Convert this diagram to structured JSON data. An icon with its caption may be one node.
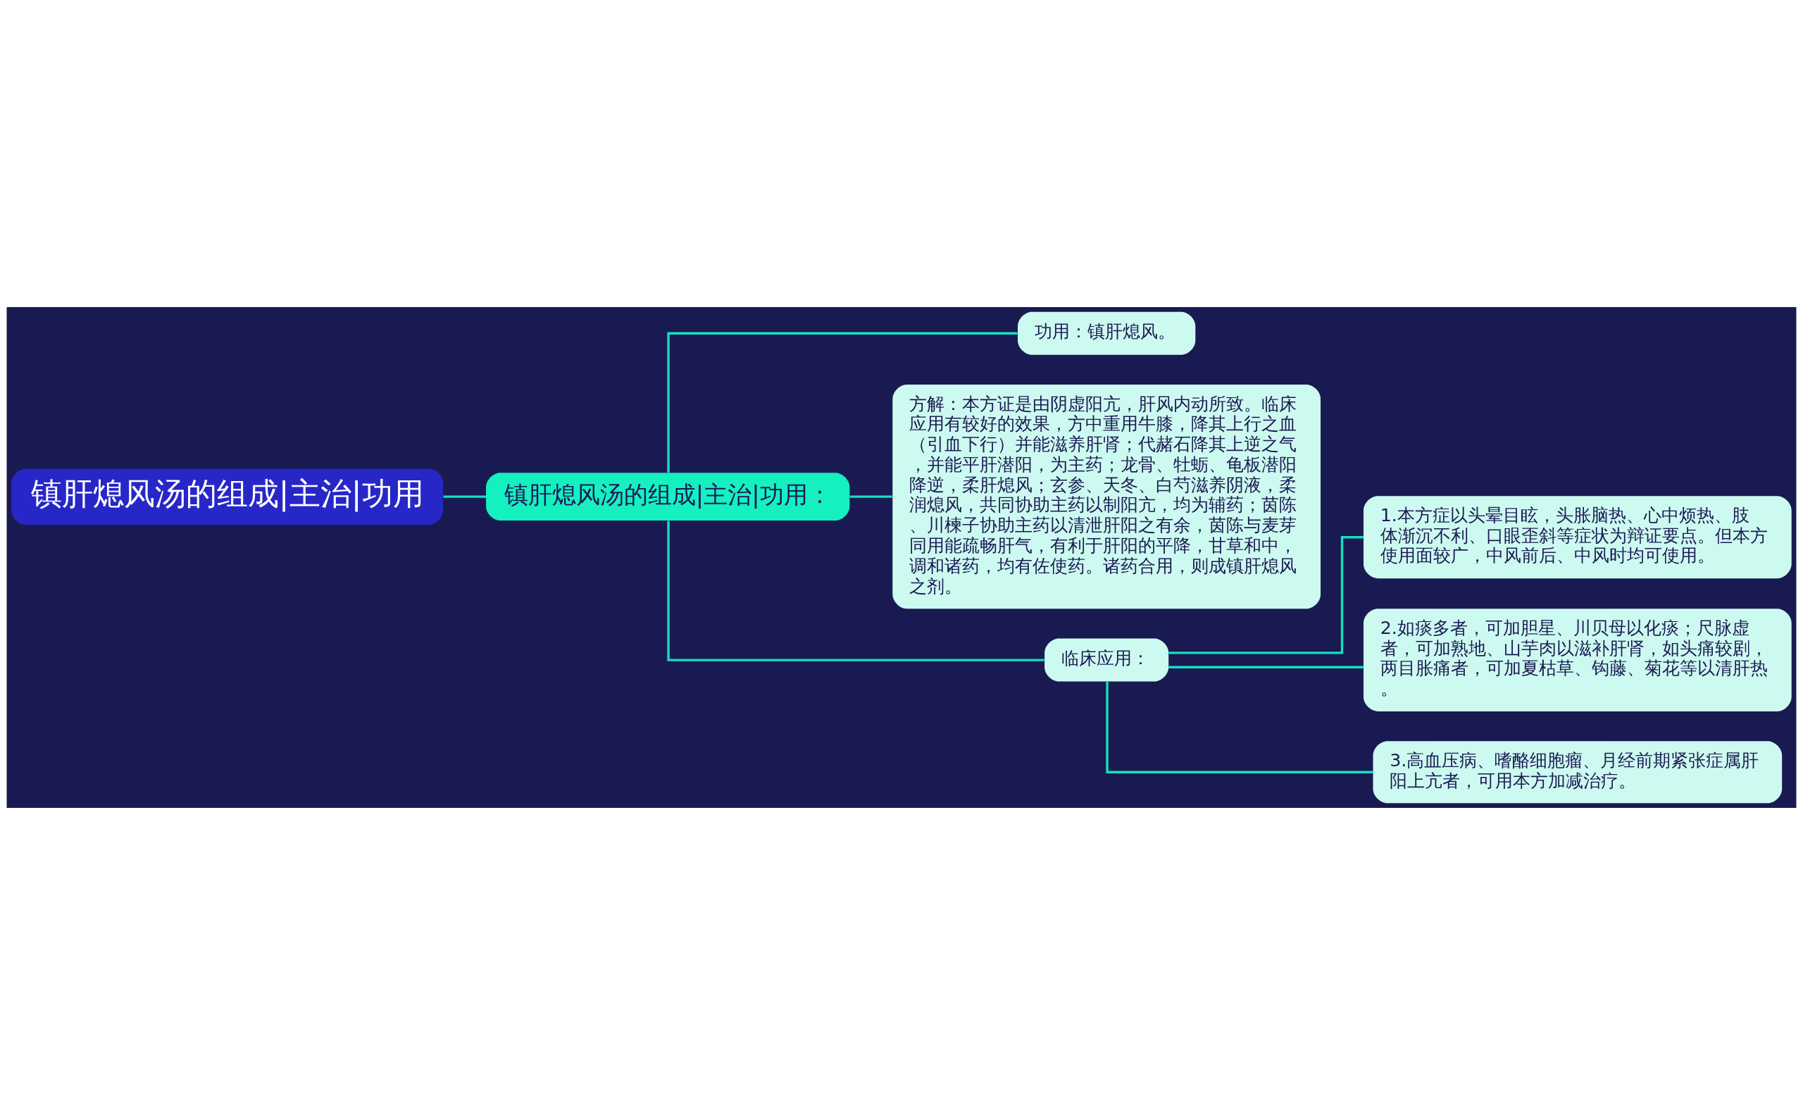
{
  "diagram": {
    "nodes": [
      {
        "text": [
          "镇肝熄风汤的组成|主治|功用"
        ]
      },
      {
        "text": [
          "镇肝熄风汤的组成|主治|功用："
        ]
      },
      {
        "text": [
          "功用：镇肝熄风。"
        ]
      },
      {
        "text": [
          "方解：本方证是由阴虚阳亢，肝风内动所致。临床应用有较好的效果，方中重用牛膝，降其上行之血（引血下行）并能滋养肝肾；代赭石降其上逆之气，并能平肝潜阳，为主药；龙骨、牡蛎、龟板潜阳降逆，柔肝熄风；玄参、天冬、白芍滋养阴液，柔润熄风，共同协助主药以制阳亢，均为辅药；茵陈、川楝子协助主药以清泄肝阳之有余，茵陈与麦芽同用能疏畅肝气，有利于肝阳的平降，甘草和中，调和诸药，均有佐使药。诸药合用，则成镇肝熄风之剂。"
        ]
      },
      {
        "text": [
          "临床应用："
        ]
      },
      {
        "text": [
          "1.本方症以头晕目眩，头胀脑热、心中烦热、肢体渐沉不利、口眼歪斜等症状为辩证要点。但本方使用面较广，中风前后、中风时均可使用。"
        ]
      },
      {
        "text": [
          "2.如痰多者，可加胆星、川贝母以化痰；尺脉虚者，可加熟地、山芋肉以滋补肝肾，如头痛较剧，两目胀痛者，可加夏枯草、钩藤、菊花等以清肝热。"
        ]
      },
      {
        "text": [
          "3.高血压病、嗜酪细胞瘤、月经前期紧张症属肝阳上亢者，可用本方加减治疗。"
        ]
      }
    ],
    "edges": [
      {
        "from": 0,
        "to": 1,
        "arrow": "none"
      },
      {
        "from": 1,
        "to": 2,
        "arrow": "none"
      },
      {
        "from": 1,
        "to": 3,
        "arrow": "none"
      },
      {
        "from": 1,
        "to": 4,
        "arrow": "none"
      },
      {
        "from": 4,
        "to": 5,
        "arrow": "none"
      },
      {
        "from": 4,
        "to": 6,
        "arrow": "none"
      },
      {
        "from": 4,
        "to": 7,
        "arrow": "none"
      }
    ]
  }
}
